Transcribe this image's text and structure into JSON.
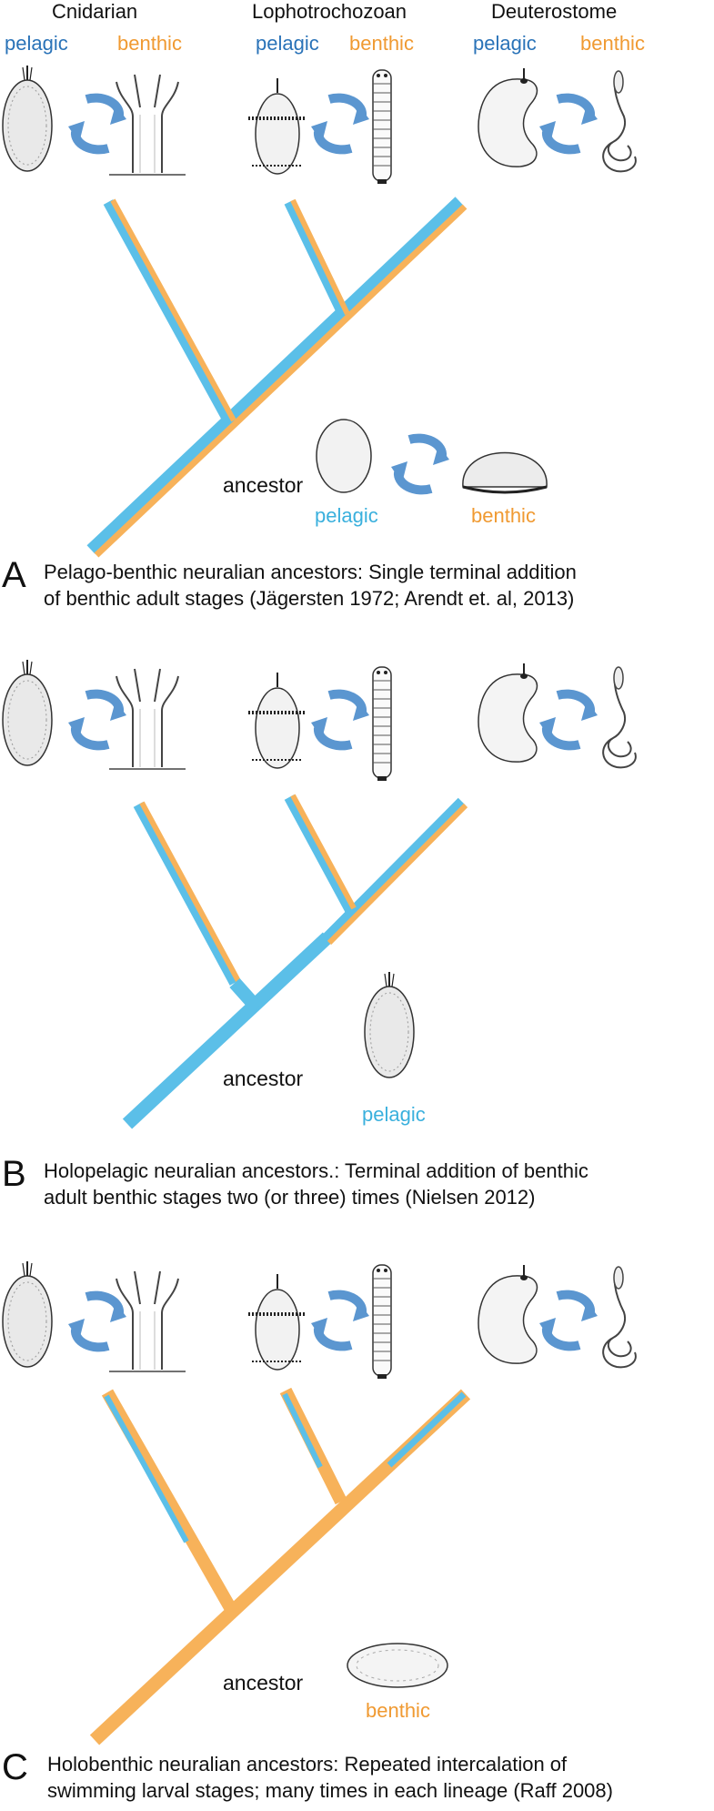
{
  "header": {
    "clades": [
      "Cnidarian",
      "Lophotrochozoan",
      "Deuterostome"
    ],
    "pelagic_label": "pelagic",
    "benthic_label": "benthic"
  },
  "colors": {
    "pelagic": "#5bbfe8",
    "benthic": "#f7b25a",
    "pelagic_text_header": "#2a73b8",
    "benthic_text": "#f09a32"
  },
  "panels": [
    {
      "letter": "A",
      "ancestor_label": "ancestor",
      "ancestor_states": [
        "pelagic",
        "benthic"
      ],
      "caption_line1": "Pelago-benthic neuralian ancestors:  Single terminal addition",
      "caption_line2": "of benthic adult stages  (Jägersten 1972; Arendt et. al, 2013)"
    },
    {
      "letter": "B",
      "ancestor_label": "ancestor",
      "ancestor_states": [
        "pelagic"
      ],
      "caption_line1": "Holopelagic neuralian ancestors.:  Terminal addition of benthic",
      "caption_line2": "adult benthic stages two (or three) times (Nielsen 2012)"
    },
    {
      "letter": "C",
      "ancestor_label": "ancestor",
      "ancestor_states": [
        "benthic"
      ],
      "caption_line1": "Holobenthic neuralian ancestors:  Repeated intercalation of",
      "caption_line2": "swimming larval stages; many times in each lineage  (Raff 2008)"
    }
  ]
}
